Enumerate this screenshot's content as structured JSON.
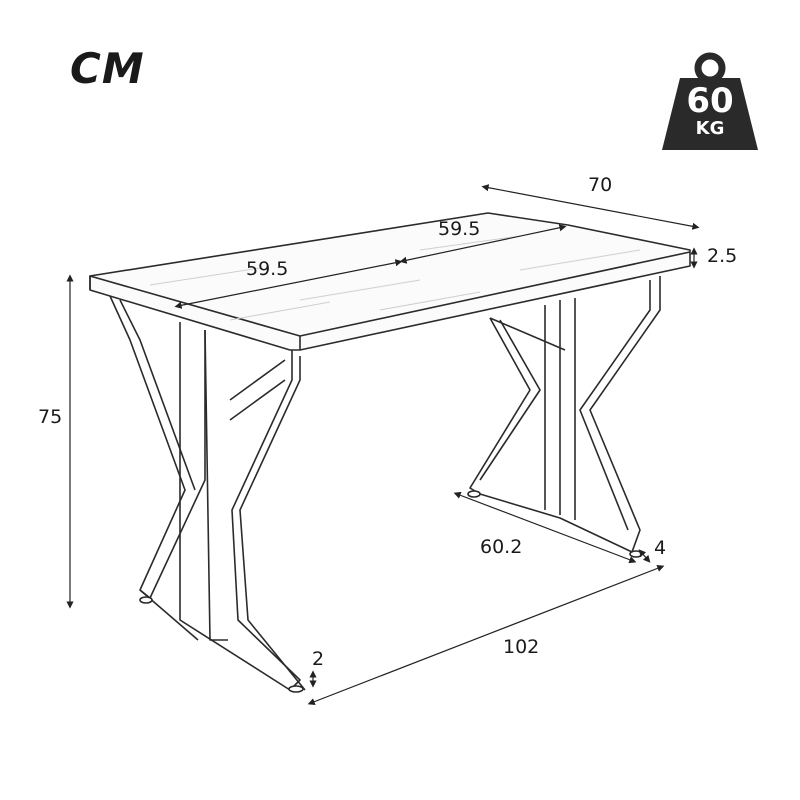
{
  "unit_label": "CM",
  "weight_badge": {
    "value": "60",
    "unit": "KG",
    "icon": "weight-icon",
    "color": "#2a2a2a"
  },
  "dimensions": {
    "tabletop_depth": "70",
    "tabletop_half_length_right": "59.5",
    "tabletop_half_length_left": "59.5",
    "tabletop_thickness": "2.5",
    "table_height": "75",
    "leg_base_depth": "60.2",
    "foot_height_right": "4",
    "overall_length": "102",
    "foot_height_left": "2"
  }
}
